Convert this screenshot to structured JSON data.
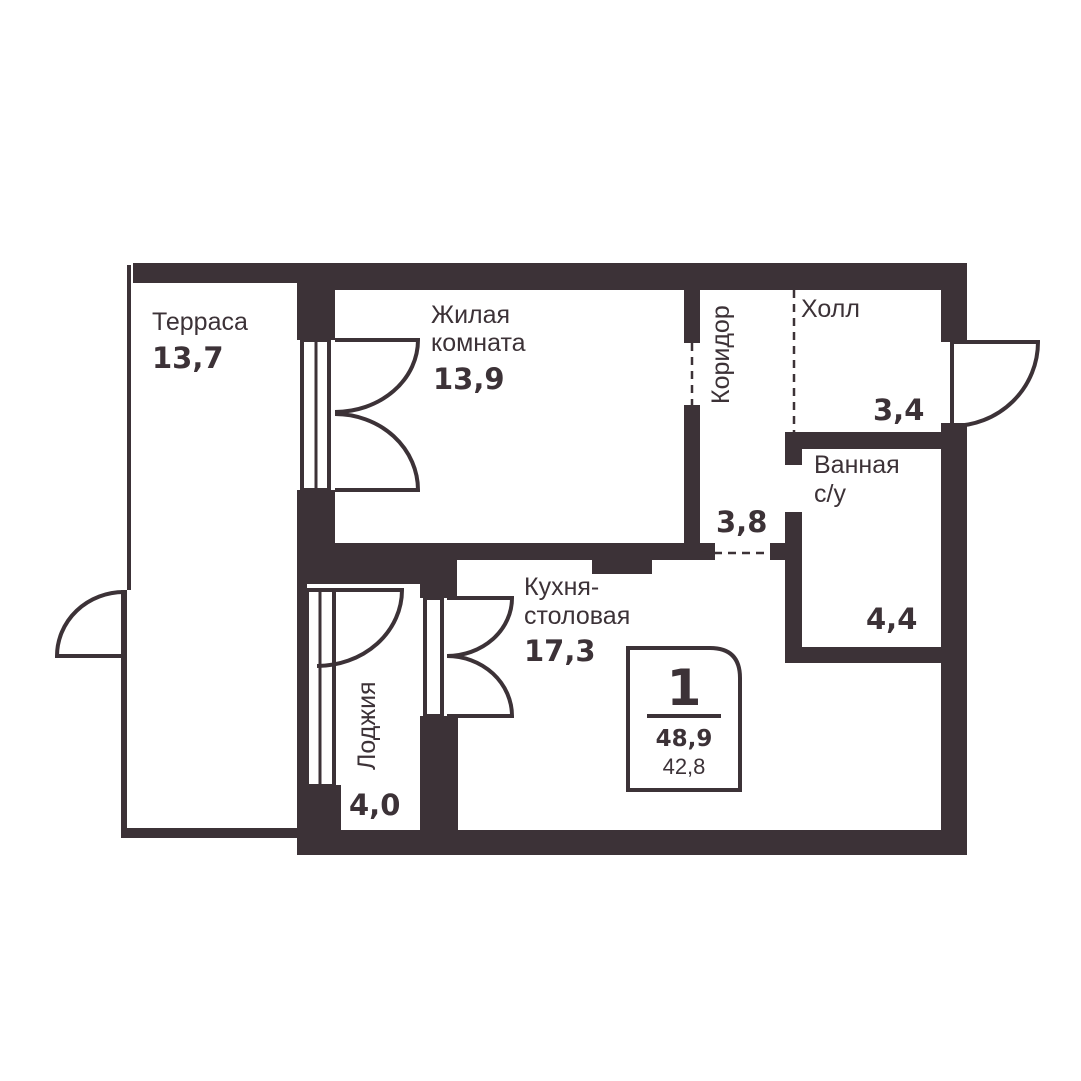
{
  "colors": {
    "wall": "#3c3237",
    "background": "#ffffff"
  },
  "rooms": {
    "terrace": {
      "name": "Терраса",
      "area": "13,7"
    },
    "living": {
      "name_line1": "Жилая",
      "name_line2": "комната",
      "area": "13,9"
    },
    "corridor": {
      "name": "Коридор",
      "area": "3,8"
    },
    "hall": {
      "name": "Холл",
      "area": "3,4"
    },
    "bathroom": {
      "name_line1": "Ванная",
      "name_line2": "с/у",
      "area": "4,4"
    },
    "kitchen": {
      "name_line1": "Кухня-",
      "name_line2": "столовая",
      "area": "17,3"
    },
    "loggia": {
      "name": "Лоджия",
      "area": "4,0"
    }
  },
  "summary": {
    "rooms_count": "1",
    "total_area": "48,9",
    "living_area": "42,8"
  }
}
